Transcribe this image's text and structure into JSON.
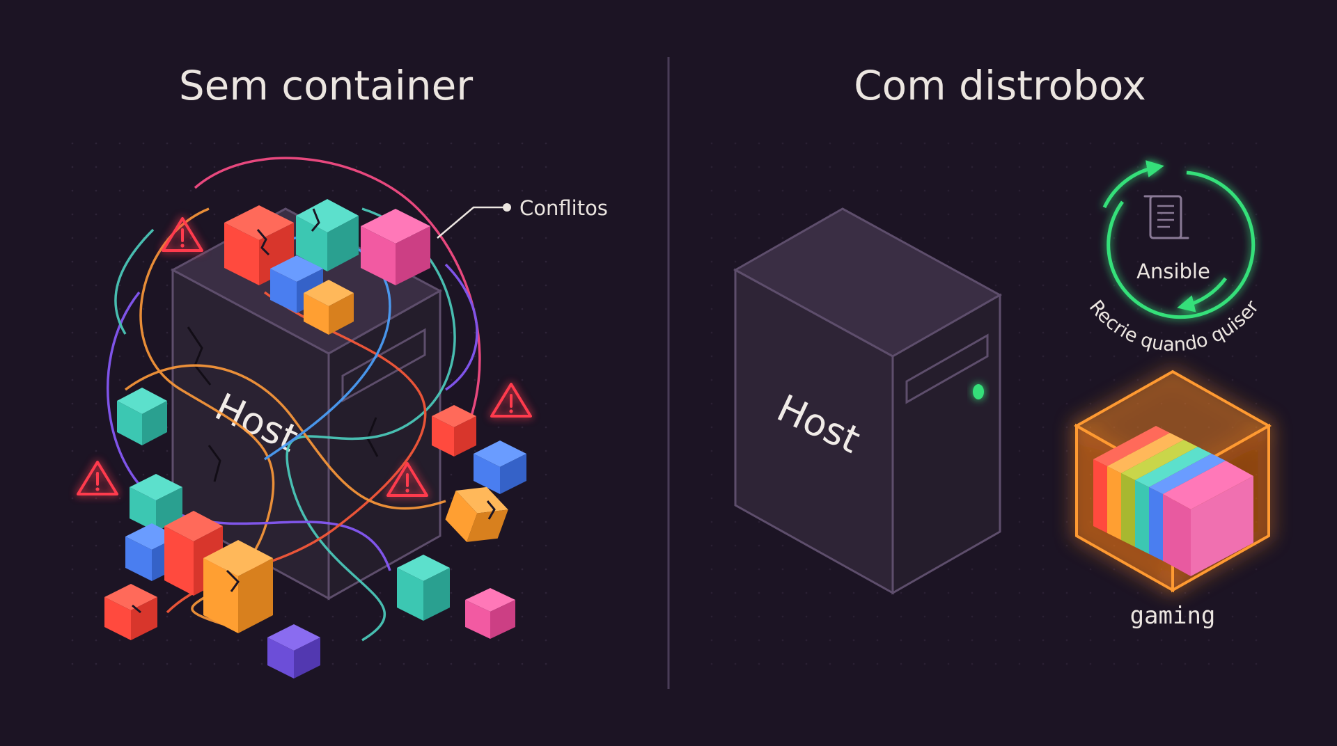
{
  "left": {
    "title": "Sem container",
    "host_label": "Host",
    "conflicts_label": "Conflitos"
  },
  "right": {
    "title": "Com distrobox",
    "host_label": "Host",
    "ansible_label": "Ansible",
    "recreate_label": "Recrie quando quiser",
    "container_label": "gaming"
  },
  "colors": {
    "background": "#1c1424",
    "host_face": "#2e2436",
    "host_outline": "#5e4e6c",
    "warning": "#ff3a4e",
    "ansible_ring": "#35e07a",
    "container_glow": "#ff8a1e",
    "link_line": "#35e07a"
  }
}
